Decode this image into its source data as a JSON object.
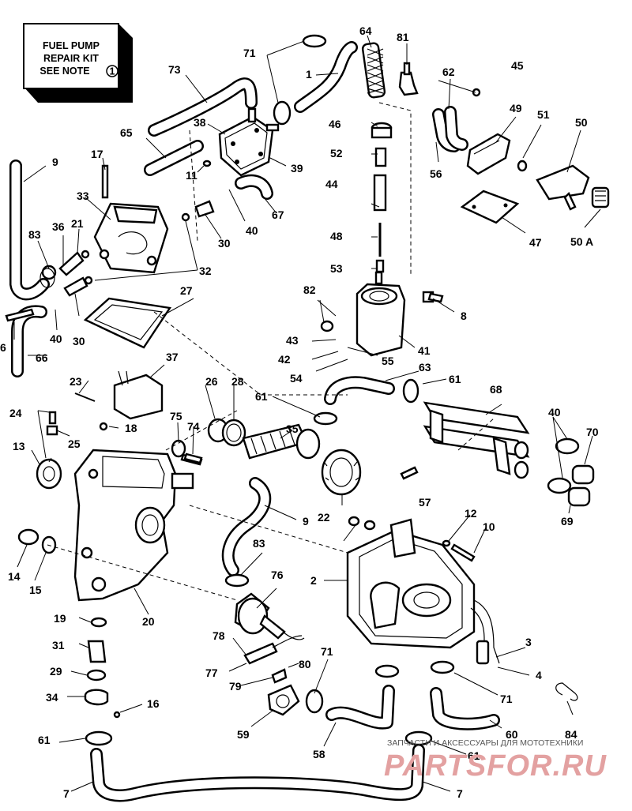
{
  "note_box": {
    "line1": "FUEL PUMP",
    "line2": "REPAIR KIT",
    "line3": "SEE NOTE",
    "note_number": "1"
  },
  "callouts": [
    "1",
    "2",
    "3",
    "4",
    "6",
    "7",
    "7",
    "8",
    "9",
    "9",
    "10",
    "11",
    "12",
    "13",
    "14",
    "15",
    "16",
    "17",
    "18",
    "19",
    "20",
    "21",
    "22",
    "23",
    "24",
    "25",
    "26",
    "27",
    "28",
    "29",
    "30",
    "30",
    "31",
    "32",
    "33",
    "34",
    "35",
    "36",
    "37",
    "38",
    "39",
    "40",
    "40",
    "40",
    "41",
    "42",
    "43",
    "44",
    "45",
    "46",
    "47",
    "48",
    "49",
    "50",
    "50 A",
    "51",
    "52",
    "53",
    "54",
    "55",
    "56",
    "57",
    "58",
    "59",
    "60",
    "61",
    "61",
    "61",
    "61",
    "62",
    "63",
    "64",
    "65",
    "66",
    "67",
    "68",
    "69",
    "70",
    "71",
    "71",
    "71",
    "73",
    "74",
    "75",
    "76",
    "77",
    "78",
    "79",
    "80",
    "81",
    "82",
    "83",
    "83",
    "84"
  ],
  "watermark": {
    "caption": "ЗАПЧАСТИ И АКСЕССУАРЫ ДЛЯ МОТОТЕХНИКИ",
    "brand": "PARTSFOR.RU"
  }
}
